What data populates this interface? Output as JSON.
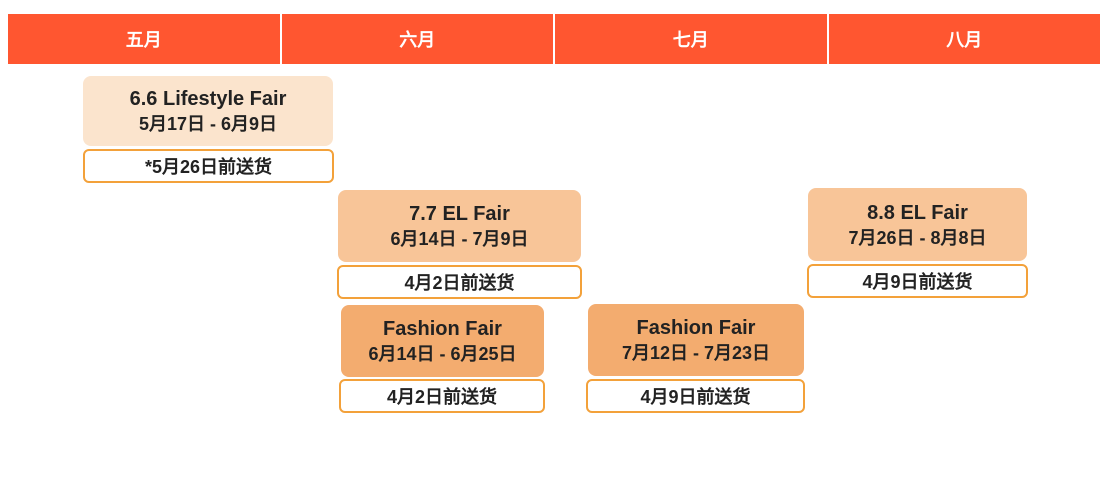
{
  "colors": {
    "header": "#ff5630",
    "card_light": "#fbe4cd",
    "card_mid": "#f8c598",
    "card_dark": "#f3ac6f",
    "pill_border": "#f3a13a"
  },
  "months": [
    "五月",
    "六月",
    "七月",
    "八月"
  ],
  "events": [
    {
      "title": "6.6 Lifestyle Fair",
      "dates": "5月17日 - 6月9日",
      "deadline": "*5月26日前送货"
    },
    {
      "title": "7.7 EL Fair",
      "dates": "6月14日 - 7月9日",
      "deadline": "4月2日前送货"
    },
    {
      "title": "8.8 EL Fair",
      "dates": "7月26日 - 8月8日",
      "deadline": "4月9日前送货"
    },
    {
      "title": "Fashion Fair",
      "dates": "6月14日 - 6月25日",
      "deadline": "4月2日前送货"
    },
    {
      "title": "Fashion Fair",
      "dates": "7月12日 - 7月23日",
      "deadline": "4月9日前送货"
    }
  ]
}
